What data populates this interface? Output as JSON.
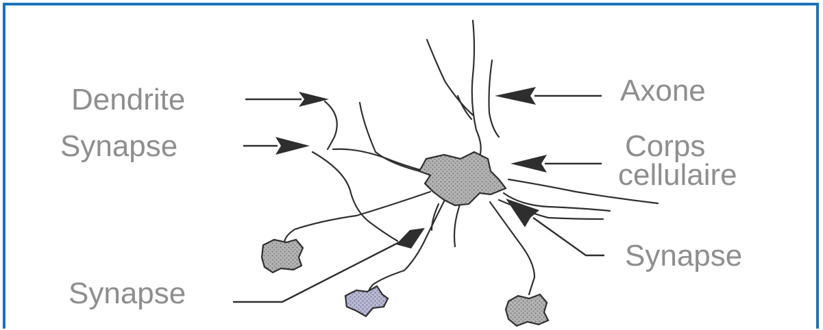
{
  "labels": {
    "dendrite": "Dendrite",
    "axone": "Axone",
    "synapse_left": "Synapse",
    "corps_line1": "Corps",
    "corps_line2": "cellulaire",
    "synapse_right": "Synapse",
    "synapse_bottom": "Synapse"
  },
  "colors": {
    "frame": "#1a72b8",
    "label_text": "#8e8e8e",
    "line": "#2e2e2e",
    "cell_fill": "#9a9a9a",
    "cell_fill_tint": "#a8a8c8"
  }
}
